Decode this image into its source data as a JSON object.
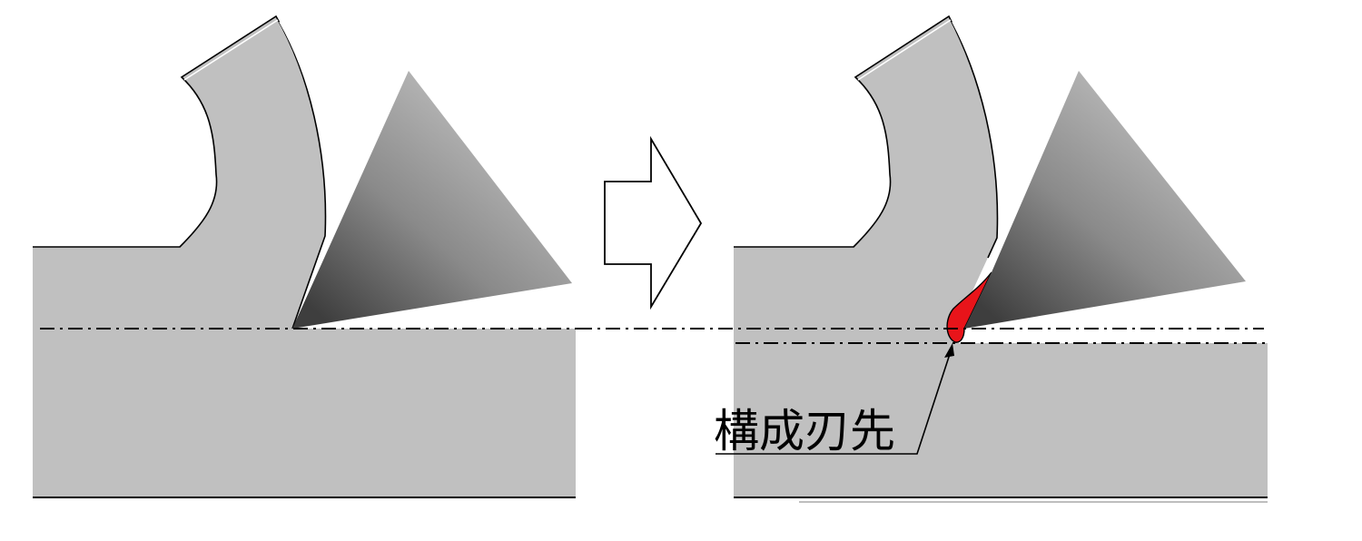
{
  "labels": {
    "built_up_edge": "構成刃先"
  },
  "colors": {
    "workpiece": "#c0c0c0",
    "chip": "#c0c0c0",
    "built_up_edge": "#e8141a",
    "tool_light": "#c4c4c4",
    "tool_dark": "#3e3e3e",
    "line": "#000000",
    "arrow_fill": "#ffffff"
  },
  "panels": [
    {
      "id": "before",
      "has_built_up_edge": false
    },
    {
      "id": "after",
      "has_built_up_edge": true
    }
  ]
}
